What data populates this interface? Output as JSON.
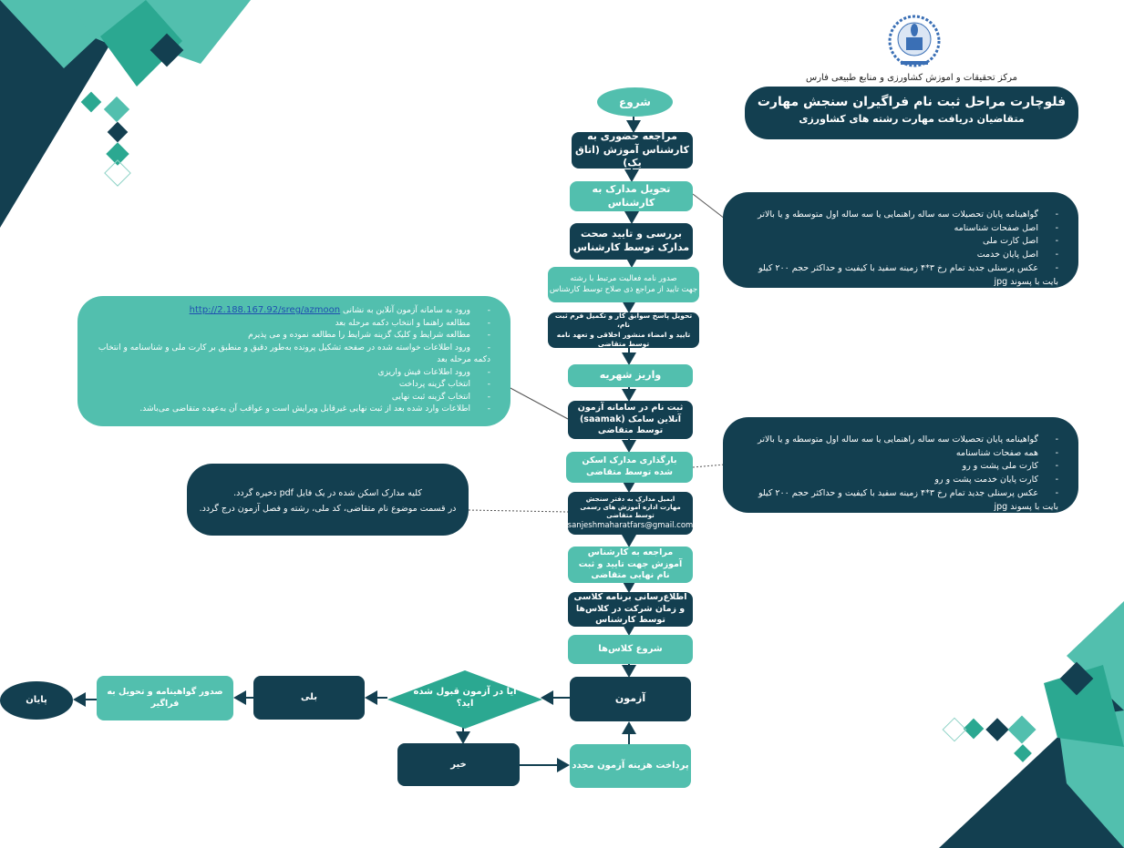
{
  "colors": {
    "dark": "#133f50",
    "teal": "#52bfae",
    "diamond": "#2ba891"
  },
  "header": {
    "org": "مرکز تحقیقات و اموزش کشاورزی و منابع طبیعی فارس",
    "title": "فلوچارت مراحل ثبت نام فراگیران سنجش مهارت",
    "subtitle": "متقاضیان دریافت مهارت رشته های کشاورزی"
  },
  "flow": {
    "start": "شروع",
    "s1": "مراجعه حضوری به کارشناس آموزش (اتاق یک)",
    "s2": "تحویل مدارک به کارشناس",
    "s3": "بررسی و تایید صحت مدارک توسط کارشناس",
    "s4a": "صدور نامه فعالیت مرتبط با رشته",
    "s4b": "جهت تایید از مراجع ذی صلاح توسط کارشناس",
    "s5a": "تحویل پاسخ سوابق کار و تکمیل فرم ثبت نام،",
    "s5b": "تایید و امضاء منشور اخلاقی و تعهد نامه توسط متقاضی",
    "s6": "واریز شهریه",
    "s7": "ثبت نام در سامانه آزمون آنلاین سامک (saamak) توسط متقاضی",
    "s8": "بارگذاری مدارک اسکن شده توسط متقاضی",
    "s9a": "ایمیل مدارک به دفتر سنجش مهارت اداره آموزش های رسمی توسط متقاضی",
    "s9b": "sanjeshmaharatfars@gmail.com",
    "s10": "مراجعه به کارشناس آموزش جهت تایید و ثبت نام نهایی متقاضی",
    "s11": "اطلاع‌رسانی برنامه کلاسی و زمان شرکت در کلاس‌ها توسط کارشناس",
    "s12": "شروع کلاس‌ها",
    "exam": "آزمون",
    "decision": "آیا در آزمون قبول شده اید؟",
    "yes": "بلی",
    "no": "خیر",
    "certificate": "صدور گواهینامه و تحویل به فراگیر",
    "end": "پایان",
    "repay": "پرداخت هزینه آزمون مجدد"
  },
  "docs1": [
    "گواهینامه پایان تحصیلات سه ساله راهنمایی یا سه ساله اول متوسطه و یا بالاتر",
    "اصل صفحات شناسنامه",
    "اصل کارت ملی",
    "اصل پایان خدمت",
    "عکس پرسنلی جدید تمام رخ ۳*۴ زمینه سفید با کیفیت و حداکثر حجم ۲۰۰ کیلو بایت با پسوند jpg"
  ],
  "docs2": [
    "گواهینامه پایان تحصیلات سه ساله راهنمایی یا سه ساله اول متوسطه و یا بالاتر",
    "همه صفحات شناسنامه",
    "کارت ملی پشت و رو",
    "کارت پایان خدمت پشت و رو",
    "عکس پرسنلی جدید تمام رخ ۳*۴ زمینه سفید با کیفیت و حداکثر حجم ۲۰۰ کیلو بایت با پسوند jpg"
  ],
  "online": {
    "first_prefix": "ورود به سامانه آزمون آنلاین به نشانی",
    "link": "http://2.188.167.92/sreg/azmoon",
    "items": [
      "مطالعه راهنما و انتخاب دکمه مرحله بعد",
      "مطالعه شرایط و کلیک گزینه شرایط را مطالعه نموده و می پذیرم",
      "ورود اطلاعات خواسته شده در صفحه تشکیل پرونده به‌طور دقیق و منطبق بر کارت ملی و شناسنامه و انتخاب دکمه مرحله بعد",
      "ورود اطلاعات فیش واریزی",
      "انتخاب گزینه پرداخت",
      "انتخاب گزینه ثبت نهایی",
      "اطلاعات وارد شده بعد از ثبت نهایی غیرقابل ویرایش است و عواقب آن به‌عهده متقاضی می‌باشد."
    ]
  },
  "pdfnote": [
    "کلیه مدارک اسکن شده در یک فایل pdf ذخیره گردد.",
    "در قسمت موضوع نام متقاضی، کد ملی، رشته و فصل آزمون درج گردد."
  ]
}
